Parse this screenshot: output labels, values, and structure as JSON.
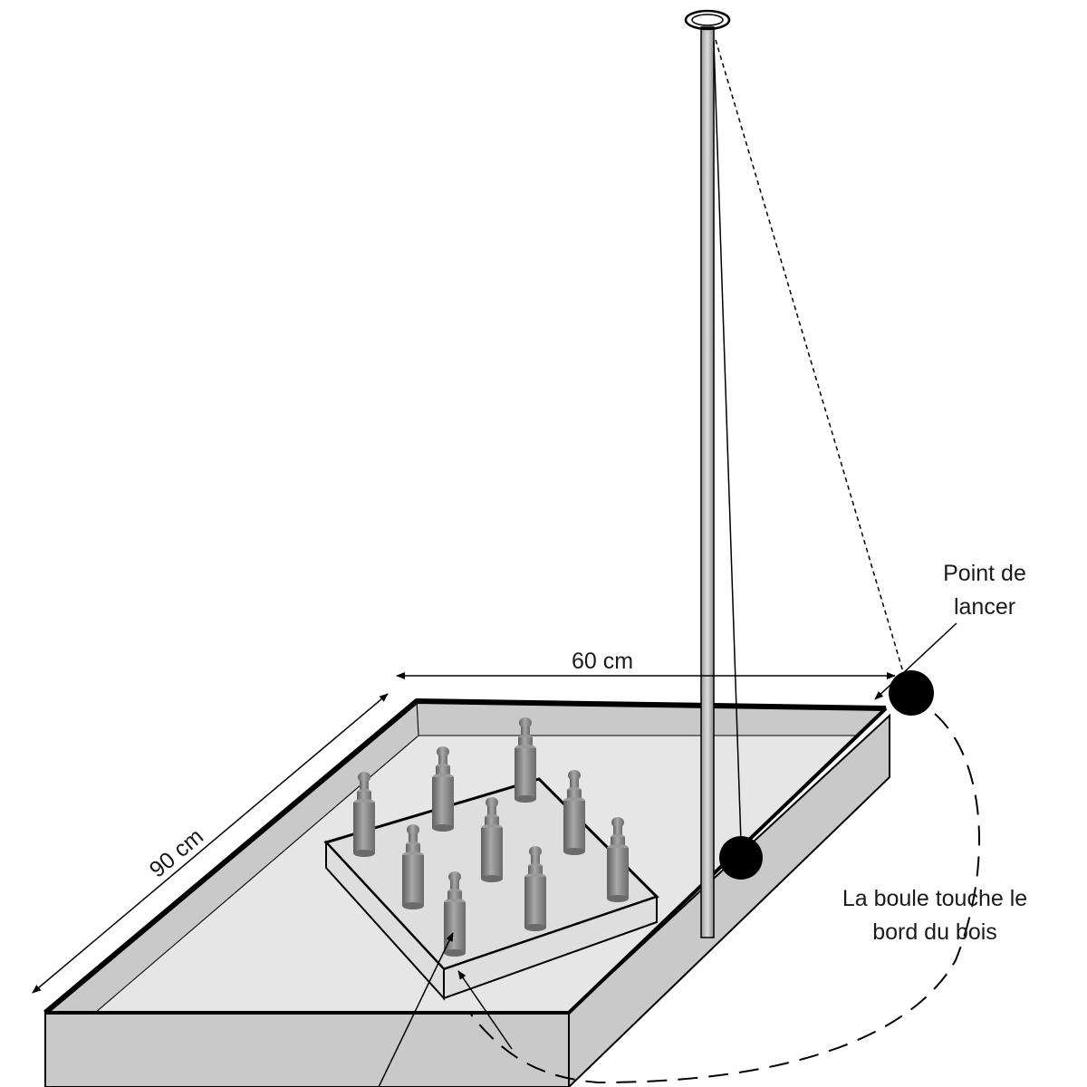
{
  "diagram": {
    "labels": {
      "width": "60 cm",
      "length": "90 cm",
      "launch_point_line1": "Point de",
      "launch_point_line2": "lancer",
      "ball_touch_line1": "La boule touche le",
      "ball_touch_line2": "bord du bois"
    },
    "pin_count": 9,
    "colors": {
      "box_fill": "#c9c9c9",
      "floor_fill": "#e6e6e6",
      "base_fill": "#dedede",
      "pin_fill": "#8a8a8a",
      "ball_fill": "#000000",
      "line": "#000000"
    }
  }
}
